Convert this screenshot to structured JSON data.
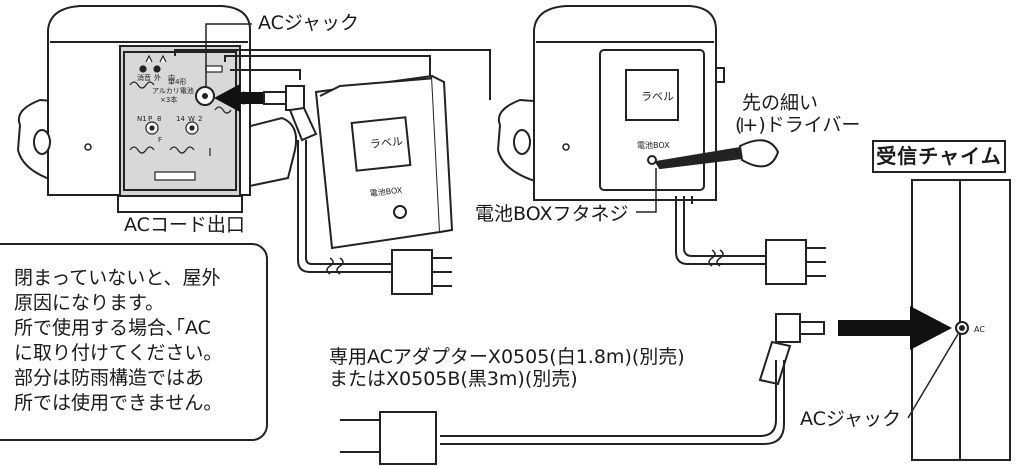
{
  "labels": {
    "ac_jack_top": "ACジャック",
    "ac_cord_outlet": "ACコード出口",
    "thin_driver_line1": "先の細い",
    "thin_driver_line2": "(+)ドライバー",
    "chime_title": "受信チャイム",
    "battery_box_screw": "電池BOXフタネジ",
    "adapter_line1": "専用ACアダプターX0505(白1.8m)(別売)",
    "adapter_line2": "またはX0505B(黒3m)(別売)",
    "ac_jack_bottom": "ACジャック",
    "ac_small": "AC",
    "label_sticker": "ラベル",
    "battery_box_text": "電池BOX"
  },
  "note": {
    "lines": [
      "閉まっていないと、屋外",
      "原因になります。",
      "所で使用する場合､｢AC",
      "に取り付けてください。",
      "部分は防雨構造ではあ",
      "所では使用できません。"
    ]
  },
  "panel_marks": {
    "battery_text1": "単4形",
    "battery_text2": "アルカリ電池",
    "battery_text3": "×3本",
    "switch_labels": [
      "消音",
      "外",
      "内"
    ],
    "dial1": [
      "N1",
      "P",
      "8"
    ],
    "dial2": [
      "14",
      "W",
      "2"
    ],
    "dial_f": "F"
  },
  "colors": {
    "arrow": "#111111",
    "line": "#222222",
    "panel": "#cfcfcf"
  }
}
